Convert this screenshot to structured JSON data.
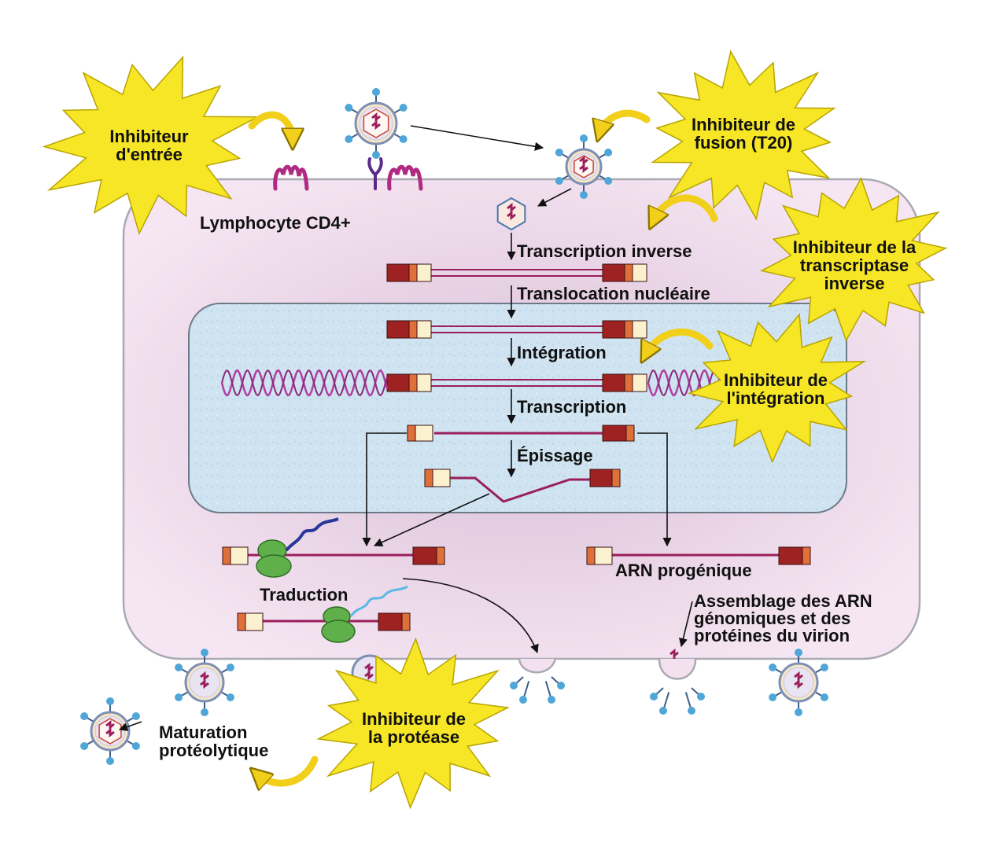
{
  "colors": {
    "cell_fill": "#f3e1ef",
    "nucleus_fill": "#cfe3f0",
    "burst_fill": "#f6e626",
    "burst_stroke": "#b8a400",
    "arrow_yellow": "#f1cf1a",
    "dna_strand": "#9b1e5c",
    "ltr_dark": "#9e2222",
    "ltr_orange": "#e0703a",
    "ltr_cream": "#fbf1cf",
    "receptor": "#b02a82",
    "ribosome": "#5fb04a",
    "peptide_dark": "#27379a",
    "peptide_light": "#5ab8e6",
    "virion_spike": "#4fa6d8"
  },
  "cell": {
    "label": "Lymphocyte CD4+"
  },
  "steps": {
    "reverse_transcription": "Transcription inverse",
    "nuclear_translocation": "Translocation nucléaire",
    "integration": "Intégration",
    "transcription": "Transcription",
    "splicing": "Épissage",
    "translation": "Traduction",
    "progeny_rna": "ARN progénique",
    "assembly": "Assemblage des ARN\ngénomiques et des\nprotéines du virion",
    "maturation": "Maturation\nprotéolytique"
  },
  "inhibitors": {
    "entry": "Inhibiteur\nd'entrée",
    "fusion": "Inhibiteur de\nfusion (T20)",
    "reverse_transcriptase": "Inhibiteur de la\ntranscriptase\ninverse",
    "integrase": "Inhibiteur de\nl'intégration",
    "protease": "Inhibiteur de\nla protéase"
  }
}
